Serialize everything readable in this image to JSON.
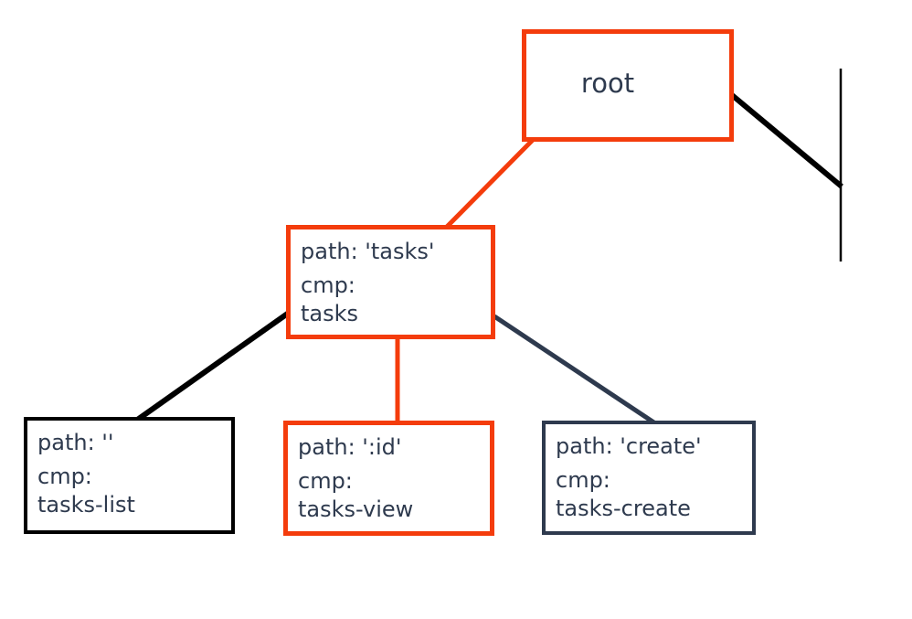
{
  "colors": {
    "accent": "#f43c0c",
    "ink": "#2e3a4e",
    "line": "#000000",
    "bg": "#ffffff"
  },
  "diagram": {
    "root": {
      "label": "root",
      "highlighted": true
    },
    "tasks": {
      "path_line": "path: 'tasks'",
      "cmp_label": "cmp:",
      "cmp_value": "tasks",
      "highlighted": true
    },
    "tasks_list": {
      "path_line": "path: ''",
      "cmp_label": "cmp:",
      "cmp_value": "tasks-list",
      "highlighted": false
    },
    "tasks_view": {
      "path_line": "path: ':id'",
      "cmp_label": "cmp:",
      "cmp_value": "tasks-view",
      "highlighted": true
    },
    "tasks_create": {
      "path_line": "path: 'create'",
      "cmp_label": "cmp:",
      "cmp_value": "tasks-create",
      "highlighted": false
    },
    "edges": [
      {
        "from": "root",
        "to": "tasks",
        "highlighted": true
      },
      {
        "from": "tasks",
        "to": "tasks_list",
        "highlighted": false
      },
      {
        "from": "tasks",
        "to": "tasks_view",
        "highlighted": true
      },
      {
        "from": "tasks",
        "to": "tasks_create",
        "highlighted": false
      },
      {
        "from": "root",
        "to": "offscreen-right",
        "highlighted": false
      }
    ]
  }
}
